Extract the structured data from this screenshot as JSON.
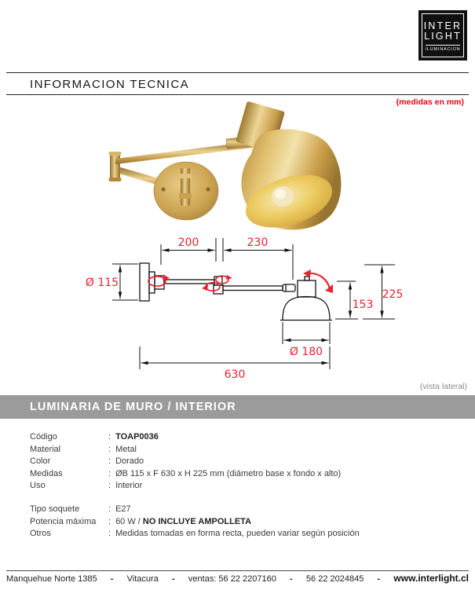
{
  "header": {
    "logo": {
      "line1": "INTER",
      "line2": "LIGHT",
      "line3": "ILUMINACION"
    },
    "title": "INFORMACION TECNICA",
    "units_note": "(medidas en mm)"
  },
  "diagram": {
    "dims": {
      "arm1": "200",
      "arm2": "230",
      "base_diameter": "Ø 115",
      "head_height": "153",
      "total_height": "225",
      "shade_diameter": "Ø 180",
      "total_depth": "630"
    },
    "view_note": "(vista lateral)",
    "colors": {
      "dim_red": "#e8232e",
      "line_black": "#111111"
    }
  },
  "product": {
    "photo_description": "gold swing-arm wall lamp",
    "gold_color": "#c9a254"
  },
  "banner": {
    "title": "LUMINARIA DE MURO / INTERIOR",
    "bg": "#9b9b9b"
  },
  "specs": {
    "colon": ":",
    "rows": [
      {
        "label": "Código",
        "pre": "",
        "bold": "TOAP0036"
      },
      {
        "label": "Material",
        "pre": "Metal",
        "bold": ""
      },
      {
        "label": "Color",
        "pre": "Dorado",
        "bold": ""
      },
      {
        "label": "Medidas",
        "pre": "ØB 115 x F 630 x H 225 mm (diámetro base x fondo x alto)",
        "bold": ""
      },
      {
        "label": "Uso",
        "pre": "Interior",
        "bold": ""
      }
    ],
    "rows2": [
      {
        "label": "Tipo soquete",
        "pre": "E27",
        "bold": ""
      },
      {
        "label": "Potencia máxima",
        "pre": "60 W / ",
        "bold": "NO INCLUYE AMPOLLETA"
      },
      {
        "label": "Otros",
        "pre": "Medidas tomadas en forma recta, pueden variar según posición",
        "bold": ""
      }
    ]
  },
  "footer": {
    "address": "Manquehue Norte 1385",
    "sep": "-",
    "city": "Vitacura",
    "phone1": "ventas: 56 22 2207160",
    "phone2": "56 22 2024845",
    "website": "www.interlight.cl"
  }
}
